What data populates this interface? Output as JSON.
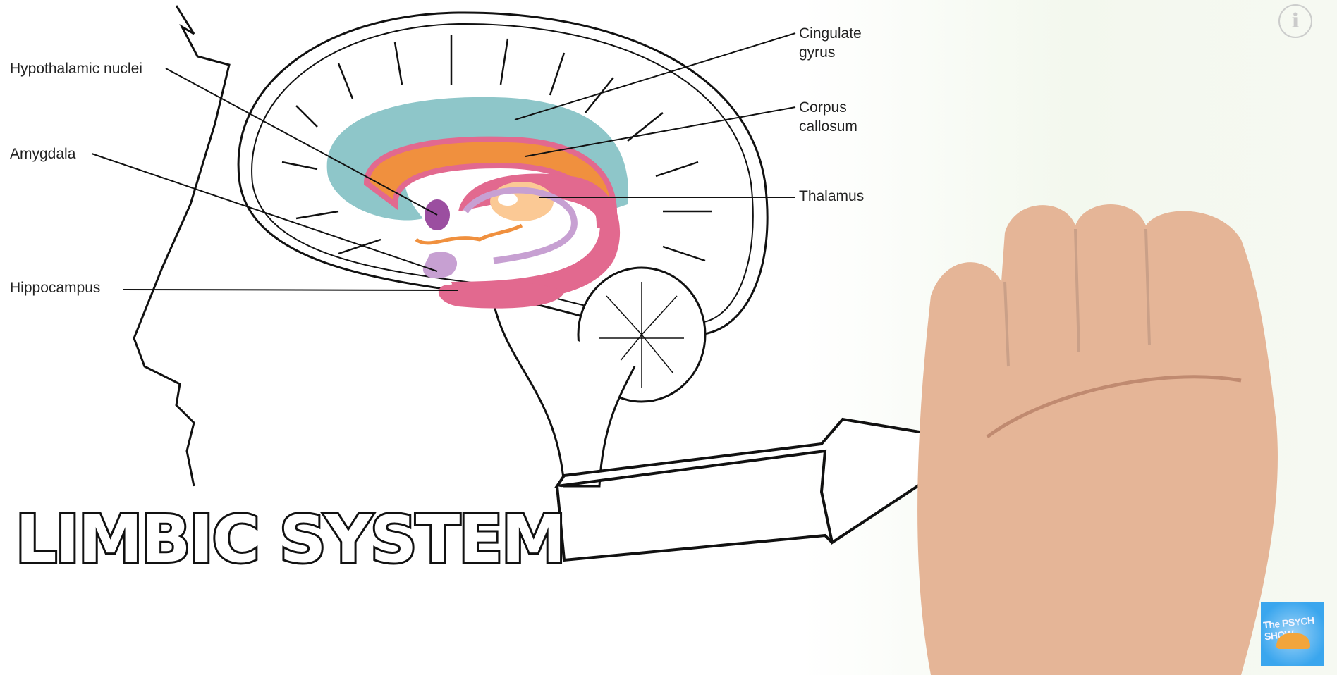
{
  "video": {
    "title_overlay": "LIMBIC SYSTEM",
    "info_icon": "info-icon",
    "channel_logo_text": "The PSYCH SHOW"
  },
  "diagram": {
    "labels_left": [
      "Hypothalamic nuclei",
      "Amygdala",
      "Hippocampus"
    ],
    "labels_right": [
      "Cingulate\ngyrus",
      "Corpus\ncallosum",
      "Thalamus"
    ],
    "colors": {
      "cingulate": "#8ec6c9",
      "corpus": "#f0903e",
      "fornix": "#e2698f",
      "hypothalamus": "#9b4ea0",
      "amygdala": "#c7a0d2",
      "thalamus": "#fbc995"
    }
  }
}
